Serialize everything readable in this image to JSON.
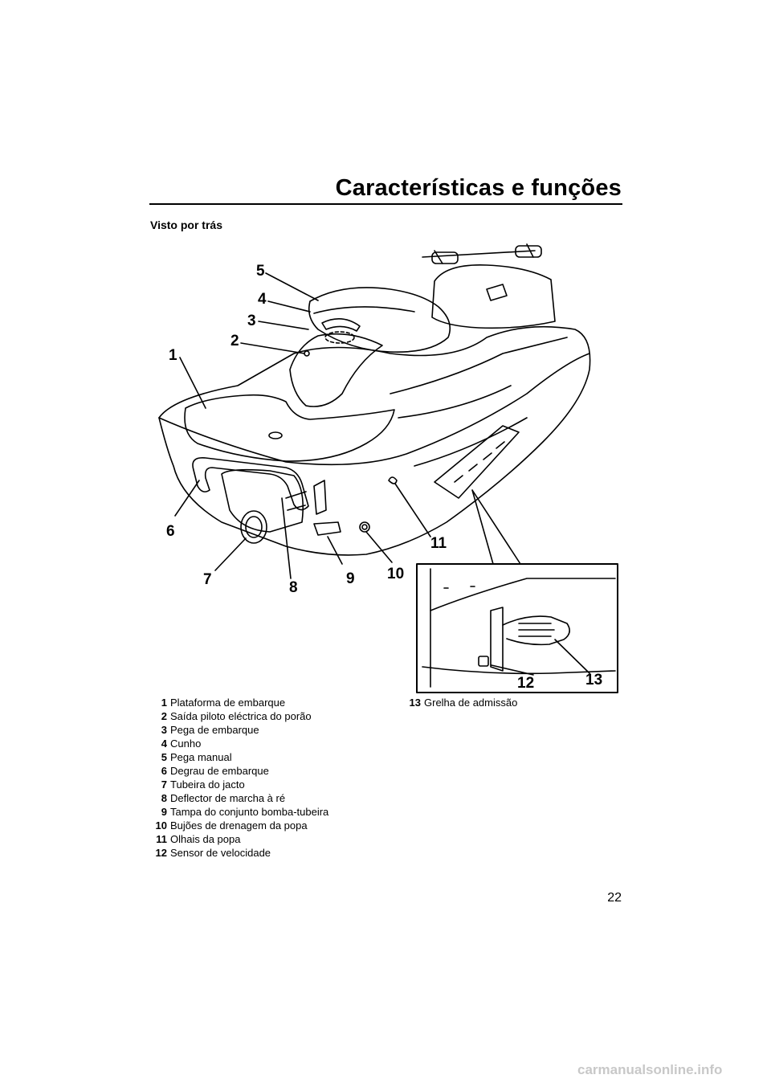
{
  "header": {
    "title": "Características e funções"
  },
  "section": {
    "subtitle": "Visto por trás"
  },
  "figure": {
    "callouts": [
      "1",
      "2",
      "3",
      "4",
      "5",
      "6",
      "7",
      "8",
      "9",
      "10",
      "11",
      "12",
      "13"
    ]
  },
  "legend": {
    "column1": [
      {
        "num": "1",
        "text": "Plataforma de embarque"
      },
      {
        "num": "2",
        "text": "Saída piloto eléctrica do porão"
      },
      {
        "num": "3",
        "text": "Pega de embarque"
      },
      {
        "num": "4",
        "text": "Cunho"
      },
      {
        "num": "5",
        "text": "Pega manual"
      },
      {
        "num": "6",
        "text": "Degrau de embarque"
      },
      {
        "num": "7",
        "text": "Tubeira do jacto"
      },
      {
        "num": "8",
        "text": "Deflector de marcha à ré"
      },
      {
        "num": "9",
        "text": "Tampa do conjunto bomba-tubeira"
      },
      {
        "num": "10",
        "text": "Bujões de drenagem da popa"
      },
      {
        "num": "11",
        "text": "Olhais da popa"
      },
      {
        "num": "12",
        "text": "Sensor de velocidade"
      }
    ],
    "column2": [
      {
        "num": "13",
        "text": "Grelha de admissão"
      }
    ]
  },
  "footer": {
    "page_number": "22",
    "watermark": "carmanualsonline.info"
  }
}
